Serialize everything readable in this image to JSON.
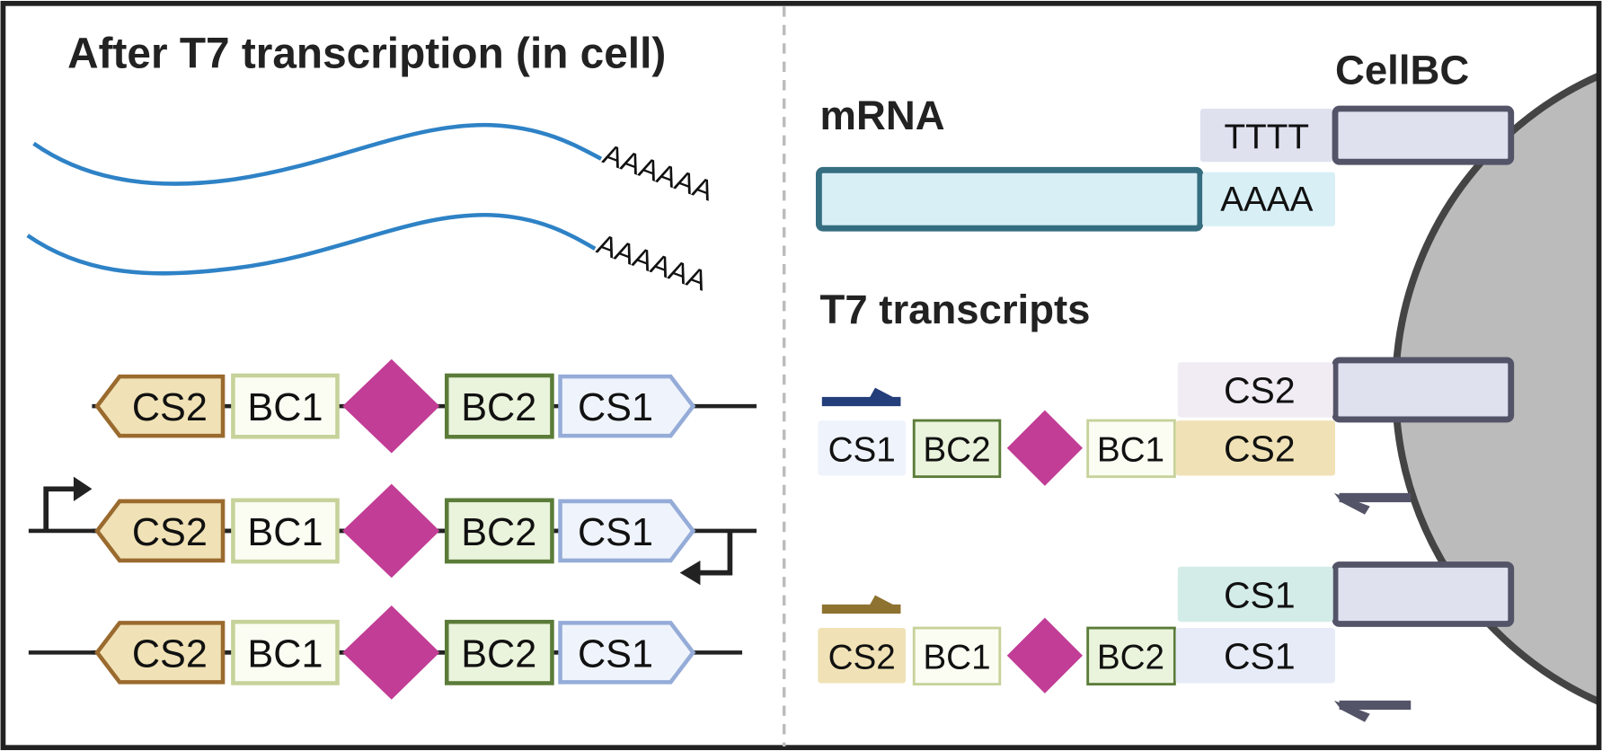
{
  "left_panel": {
    "title": "After T7 transcription (in cell)",
    "transcripts": [
      {
        "tail": "AAAAAA"
      },
      {
        "tail": "AAAAAA"
      }
    ],
    "constructs": [
      {
        "elements": [
          "CS2",
          "BC1",
          "BC2",
          "CS1"
        ],
        "promoters": "none"
      },
      {
        "elements": [
          "CS2",
          "BC1",
          "BC2",
          "CS1"
        ],
        "promoters": "bidirectional"
      },
      {
        "elements": [
          "CS2",
          "BC1",
          "BC2",
          "CS1"
        ],
        "promoters": "none"
      }
    ]
  },
  "right_panel": {
    "cellbc_label": "CellBC",
    "mrna": {
      "title": "mRNA",
      "polya": "AAAA",
      "polyt": "TTTT"
    },
    "t7": {
      "title": "T7 transcripts",
      "rows": [
        {
          "elements": [
            "CS1",
            "BC2",
            "BC1",
            "CS2"
          ],
          "capture": "CS2"
        },
        {
          "elements": [
            "CS2",
            "BC1",
            "BC2",
            "CS1"
          ],
          "capture": "CS1"
        }
      ]
    }
  },
  "colors": {
    "cs2_fill": "#f0e2b6",
    "cs2_stroke": "#9a6a2e",
    "bc1_fill": "#fbfdf3",
    "bc1_stroke": "#c6d29a",
    "bc2_fill": "#eaf4dc",
    "bc2_stroke": "#5b7c39",
    "cs1_fill": "#eff4fc",
    "cs1_stroke": "#95acd8",
    "diamond": "#c13d96",
    "mrna_line": "#2e82c6",
    "mrna_box_fill": "#d8eff6",
    "mrna_box_stroke": "#356e80",
    "cellbc_fill": "#dfe1ef",
    "cellbc_stroke": "#535468",
    "cell_fill": "#bbbbbb",
    "cell_stroke": "#444444",
    "primer_cs1": "#233e7a",
    "primer_cs2": "#8e7230"
  }
}
